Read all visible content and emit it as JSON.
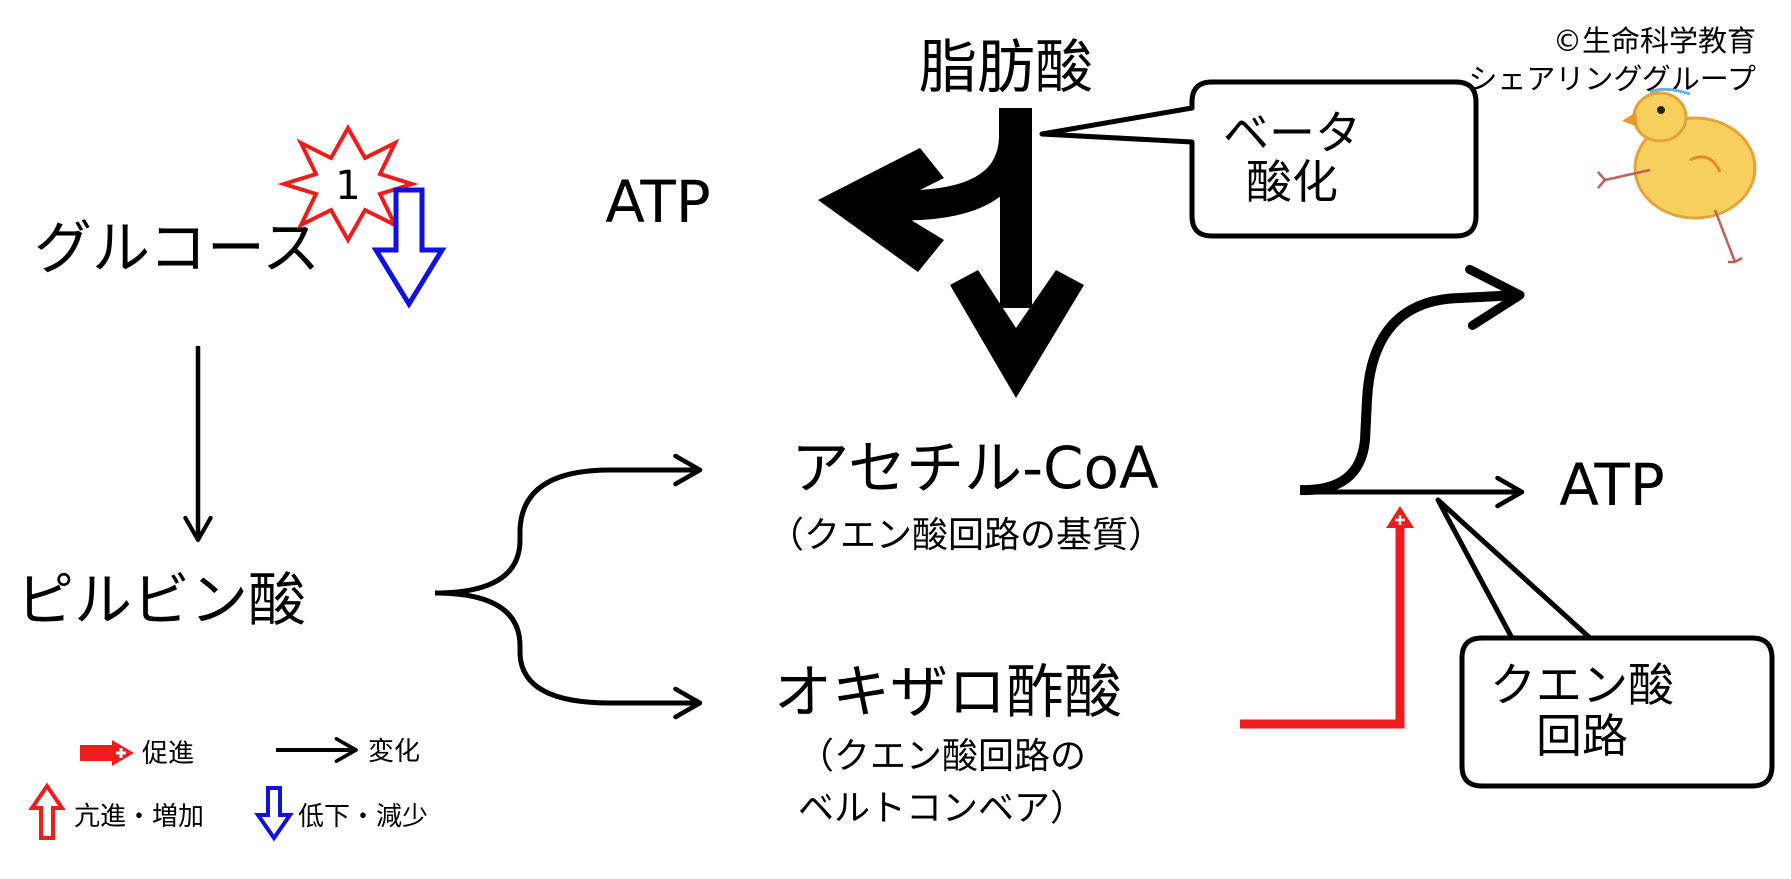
{
  "copyright": {
    "line1": "©生命科学教育",
    "line2": "シェアリンググループ"
  },
  "nodes": {
    "fatty_acid": "脂肪酸",
    "atp_top": "ATP",
    "glucose": "グルコース",
    "pyruvate": "ピルビン酸",
    "acetyl_coa": "アセチル-CoA",
    "acetyl_coa_note": "（クエン酸回路の基質）",
    "oxaloacetate": "オキザロ酢酸",
    "oxaloacetate_note_1": "（クエン酸回路の",
    "oxaloacetate_note_2": "ベルトコンベア）",
    "atp_right": "ATP"
  },
  "callouts": {
    "beta_line1": "ベータ",
    "beta_line2": "酸化",
    "tca_line1": "クエン酸",
    "tca_line2": "回路"
  },
  "badge": {
    "number": "1"
  },
  "legend": {
    "promote": "促進",
    "change": "変化",
    "increase": "亢進・増加",
    "decrease": "低下・減少"
  },
  "colors": {
    "promote": "#ee1c1c",
    "decrease": "#1010e0",
    "ink": "#000000"
  },
  "mascot": "chick-illustration"
}
